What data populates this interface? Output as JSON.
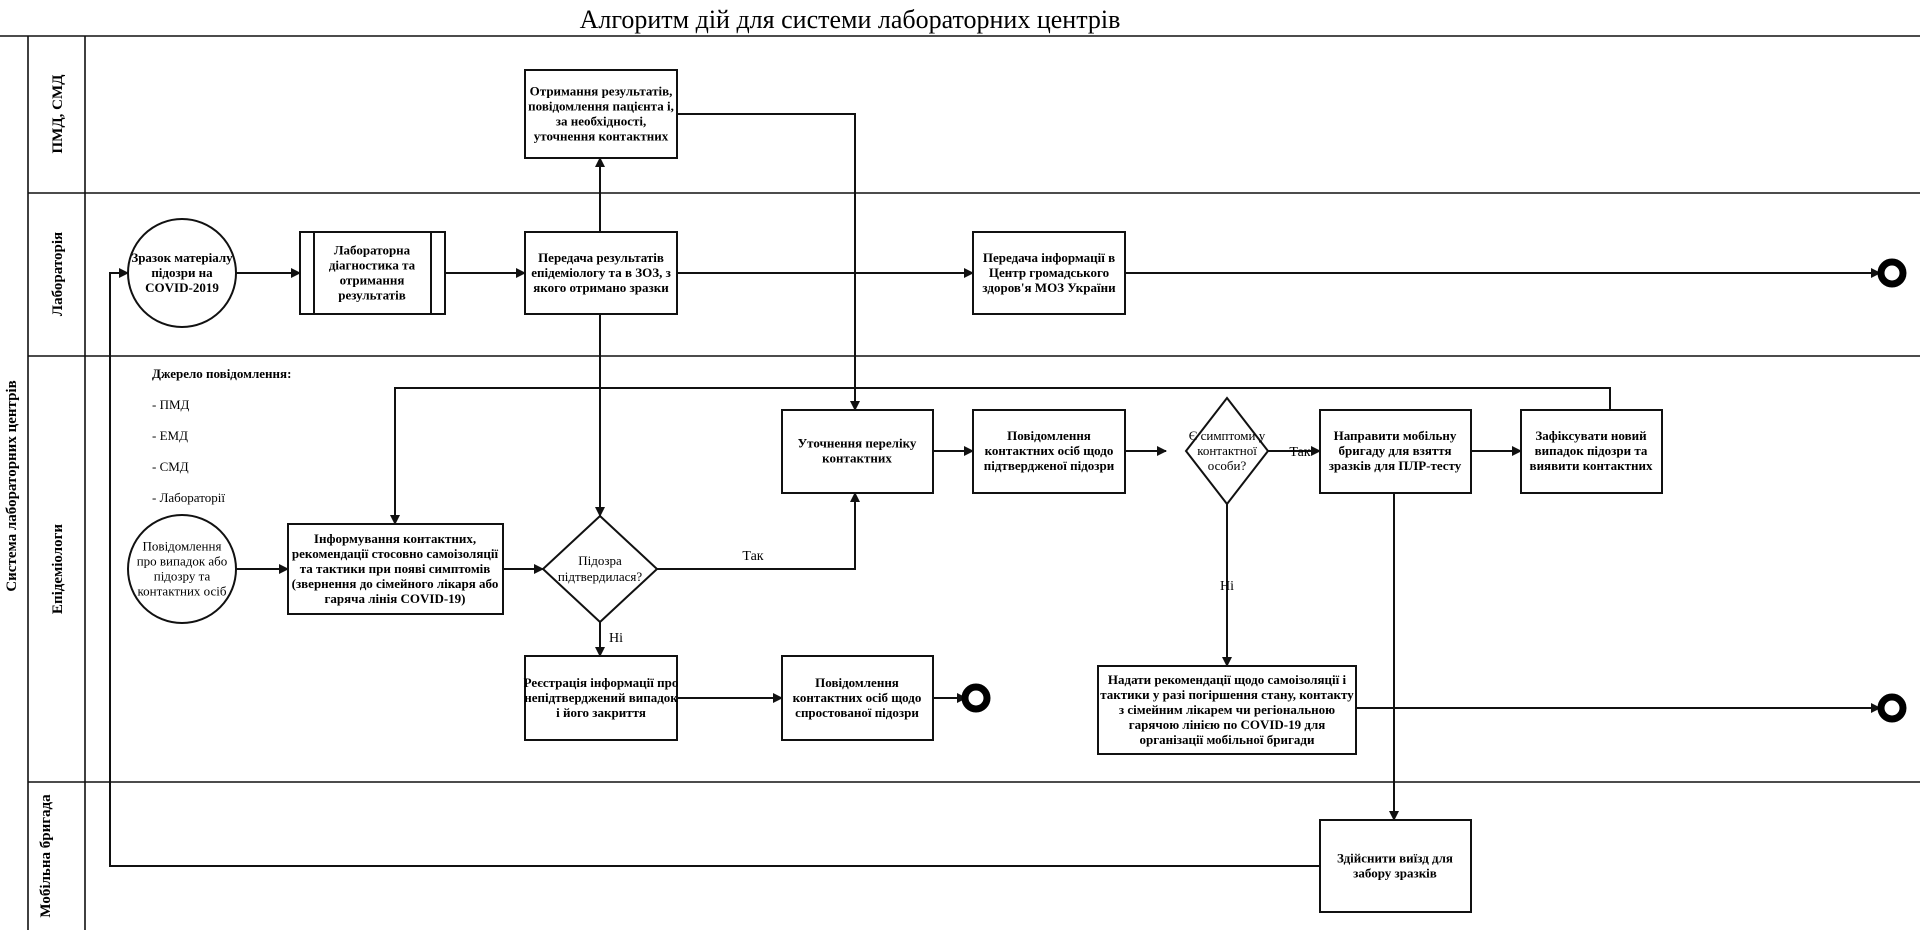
{
  "title": "Алгоритм дій для системи лабораторних центрів",
  "pool_label": "Система лабораторних центрів",
  "lanes": {
    "pmd": "ПМД, СМД",
    "lab": "Лабораторія",
    "epi": "Епідеміологи",
    "mob": "Мобільна бригада"
  },
  "nodes": {
    "n_sample": [
      "Зразок матеріалу",
      "підозри на",
      "COVID-2019"
    ],
    "n_labdiag": [
      "Лабораторна",
      "діагностика та",
      "отримання",
      "результатів"
    ],
    "n_transfer": [
      "Передача результатів",
      "епідеміологу та  в ЗОЗ, з",
      "якого отримано зразки"
    ],
    "n_results": [
      "Отримання результатів,",
      "повідомлення пацієнта і,",
      "за необхідності,",
      "уточнення контактних"
    ],
    "n_phc": [
      "Передача інформації в",
      "Центр громадського",
      "здоров'я МОЗ України"
    ],
    "n_notice": [
      "Повідомлення",
      "про випадок або",
      "підозру та",
      "контактних осіб"
    ],
    "n_inform": [
      "Інформування  контактних,",
      "рекомендації стосовно самоізоляції",
      "та тактики при появі симптомів",
      "(звернення до сімейного лікаря або",
      "гаряча лінія COVID-19)"
    ],
    "n_suspect": [
      "Підозра",
      "підтвердилася?"
    ],
    "n_clarify": [
      "Уточнення переліку",
      "контактних"
    ],
    "n_notifyconf": [
      "Повідомлення",
      "контактних осіб щодо",
      "підтвердженої підозри"
    ],
    "n_symptoms": [
      "Є симптоми у",
      "контактної",
      "особи?"
    ],
    "n_mobile": [
      "Направити мобільну",
      "бригаду для взяття",
      "зразків для ПЛР-тесту"
    ],
    "n_record": [
      "Зафіксувати новий",
      "випадок підозри та",
      "виявити контактних"
    ],
    "n_register": [
      "Реєстрація інформації про",
      "непідтверджений випадок",
      "і його закриття"
    ],
    "n_notifyref": [
      "Повідомлення",
      "контактних осіб щодо",
      "спростованої підозри"
    ],
    "n_recommend": [
      "Надати рекомендації щодо самоізоляції і",
      "тактики у разі погіршення стану, контакту",
      "з сімейним лікарем чи регіональною",
      "гарячою лінією по COVID-19 для",
      "організації мобільної бригади"
    ],
    "n_visit": [
      "Здійснити виїзд для",
      "забору зразків"
    ]
  },
  "source": {
    "heading": "Джерело повідомлення:",
    "items": [
      "- ПМД",
      "- ЕМД",
      "- СМД",
      "- Лабораторії"
    ]
  },
  "edge_labels": {
    "yes1": "Так",
    "no1": "Ні",
    "yes2": "Так",
    "no2": "Ні"
  }
}
